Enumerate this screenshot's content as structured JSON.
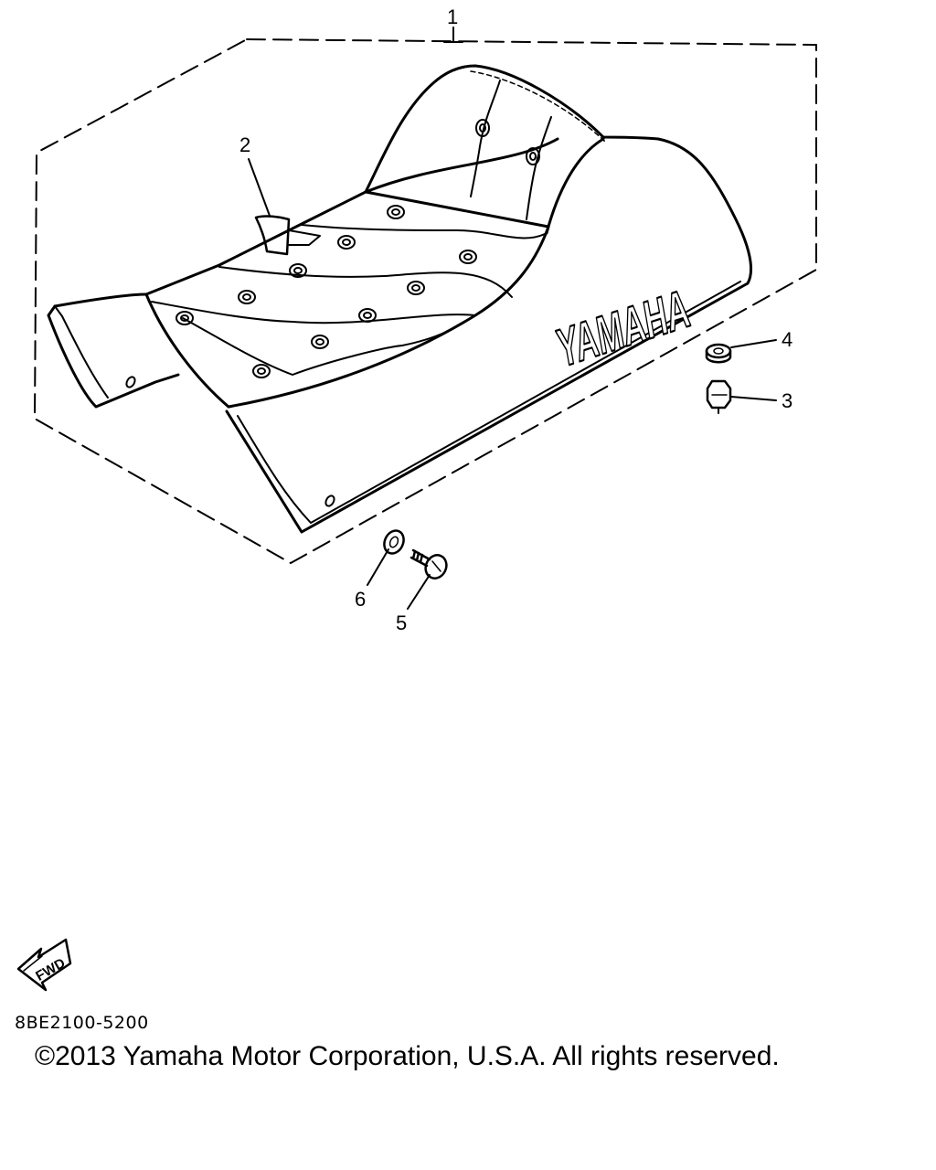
{
  "callouts": [
    "1",
    "2",
    "3",
    "4",
    "5",
    "6"
  ],
  "seat": {
    "brand_logo": "YAMAHA"
  },
  "fwd_arrow": {
    "label": "FWD"
  },
  "footer": {
    "part_number": "8BE2100-5200",
    "copyright": "©2013 Yamaha Motor Corporation, U.S.A. All rights reserved."
  },
  "colors": {
    "ink": "#000000",
    "paper": "#ffffff"
  }
}
